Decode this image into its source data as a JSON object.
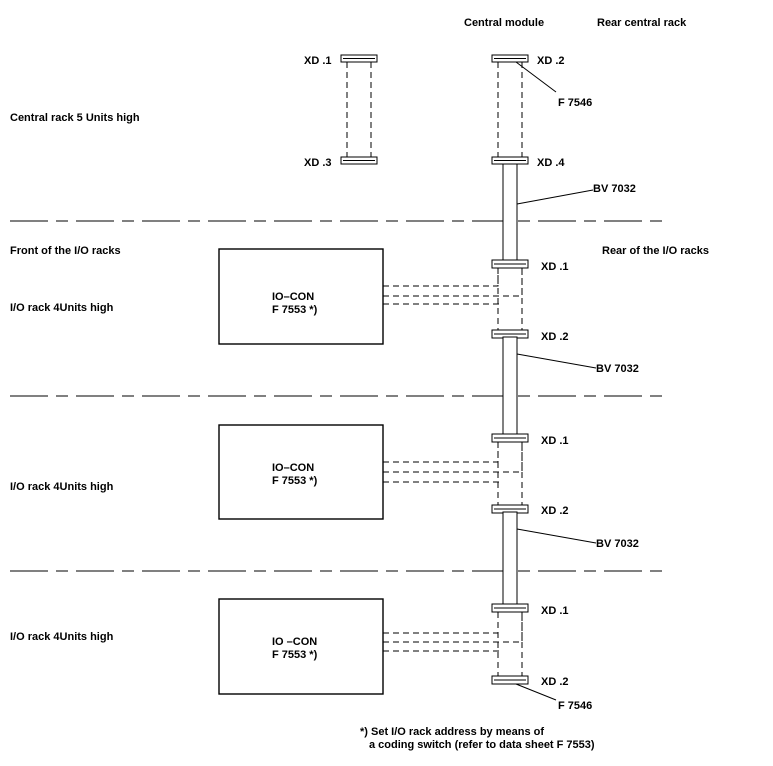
{
  "headers": {
    "central_module": "Central module",
    "rear_central_rack": "Rear central rack"
  },
  "left_labels": {
    "central_rack": "Central rack 5 Units high",
    "front_io": "Front of the I/O racks",
    "rack1": "I/O rack 4Units high",
    "rack2": "I/O rack 4Units high",
    "rack3": "I/O rack 4Units high"
  },
  "right_labels": {
    "rear_io": "Rear of the I/O racks"
  },
  "central_rack": {
    "xd1": "XD .1",
    "xd3": "XD .3",
    "xd2": "XD .2",
    "xd4": "XD .4",
    "f7546_top": "F 7546"
  },
  "cables": {
    "bv1": "BV 7032",
    "bv2": "BV 7032",
    "bv3": "BV 7032"
  },
  "io_racks": [
    {
      "iocon": "IO–CON",
      "module": "F 7553  *)",
      "xd_top": "XD .1",
      "xd_bottom": "XD .2"
    },
    {
      "iocon": "IO–CON",
      "module": "F 7553  *)",
      "xd_top": "XD .1",
      "xd_bottom": "XD .2"
    },
    {
      "iocon": "IO –CON",
      "module": "F 7553  *)",
      "xd_top": "XD .1",
      "xd_bottom": "XD .2"
    }
  ],
  "bottom": {
    "f7546_bottom": "F 7546",
    "footnote_line1": "*) Set I/O rack address by means of",
    "footnote_line2": "a coding switch (refer to data sheet F 7553)"
  }
}
